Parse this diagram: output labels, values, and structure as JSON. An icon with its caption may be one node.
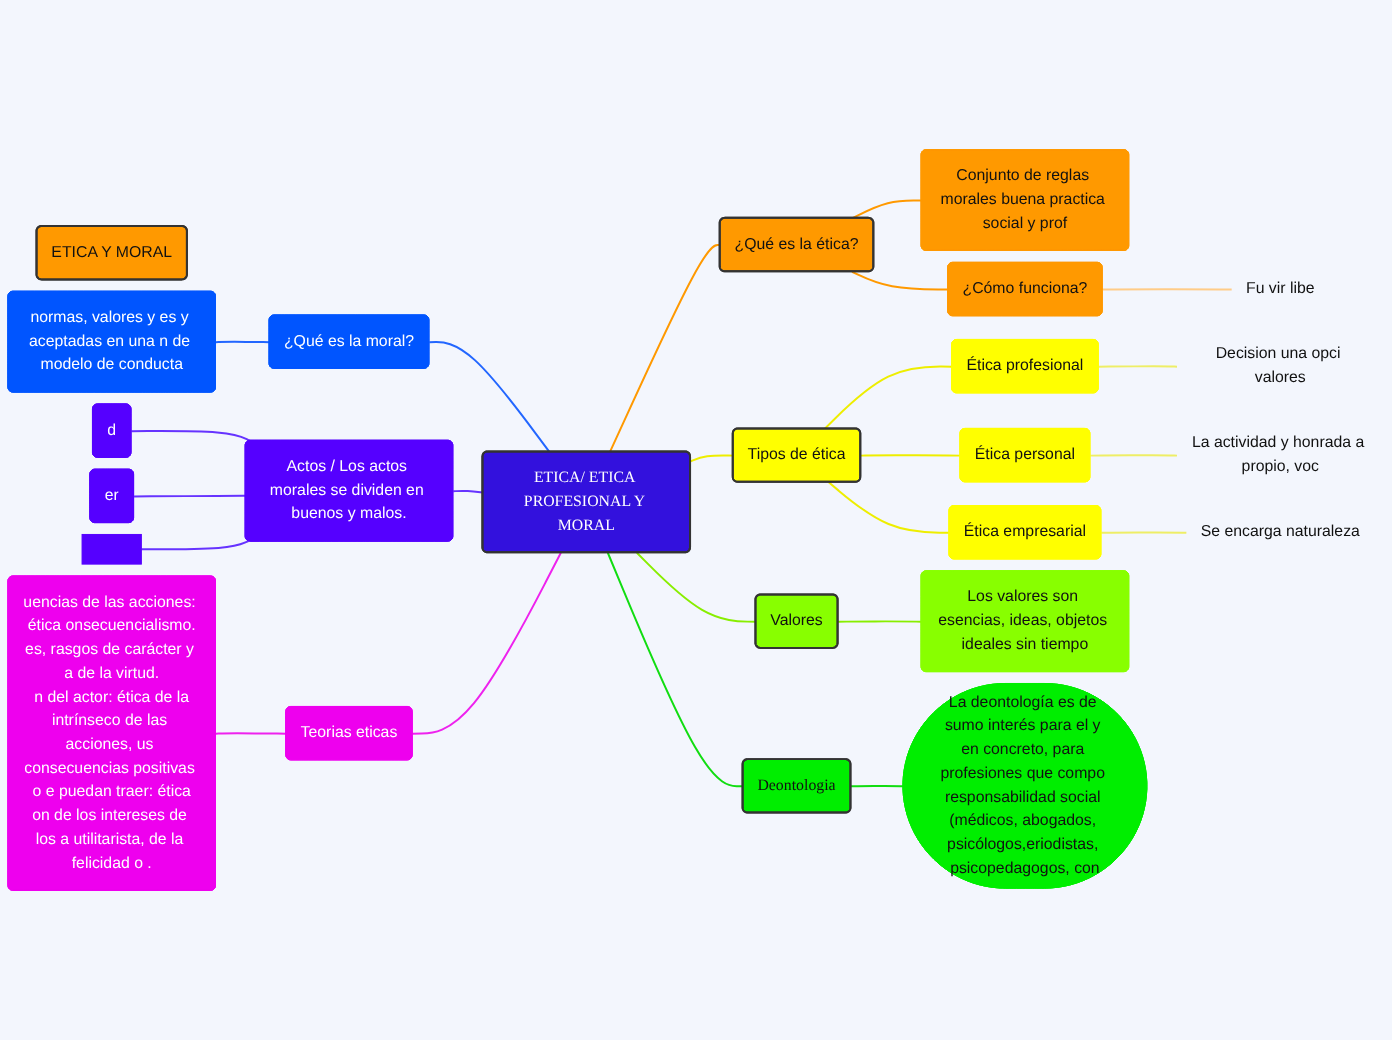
{
  "diagram": {
    "nodes": [
      {
        "text": [
          "ETICA Y MORAL"
        ]
      },
      {
        "text": [
          "ETICA/ ETICA PROFESIONAL Y MORAL"
        ]
      },
      {
        "text": [
          "¿Qué es la moral?"
        ]
      },
      {
        "text": [
          "normas, valores y es y aceptadas en una n de modelo de conducta"
        ]
      },
      {
        "text": [
          "Actos / Los actos morales se dividen en buenos y malos."
        ]
      },
      {
        "text": [
          "d"
        ]
      },
      {
        "text": [
          "er"
        ]
      },
      {
        "text": [],
        "shape": "box"
      },
      {
        "text": [
          "Teorias eticas"
        ]
      },
      {
        "text": [
          "uencias de las acciones: ética onsecuencialismo.",
          "es, rasgos de carácter y a de la virtud.",
          "n del actor: ética de la",
          "intrínseco de las acciones, us consecuencias positivas o e puedan traer: ética",
          "on de los intereses de los a utilitarista, de la felicidad o ."
        ]
      },
      {
        "text": [
          "¿Qué es la ética?"
        ]
      },
      {
        "text": [
          "Conjunto de reglas morales buena practica social y prof"
        ]
      },
      {
        "text": [
          "¿Cómo funciona?"
        ]
      },
      {
        "text": [
          "Fu vir libe"
        ]
      },
      {
        "text": [
          "Tipos de ética"
        ]
      },
      {
        "text": [
          "Ética profesional"
        ]
      },
      {
        "text": [
          "Decision una opci valores"
        ]
      },
      {
        "text": [
          "Ética personal"
        ]
      },
      {
        "text": [
          "La actividad y honrada a propio, voc"
        ]
      },
      {
        "text": [
          "Ética empresarial"
        ]
      },
      {
        "text": [
          "Se encarga naturaleza"
        ]
      },
      {
        "text": [
          "Valores"
        ]
      },
      {
        "text": [
          "Los valores son esencias, ideas, objetos ideales sin tiempo"
        ]
      },
      {
        "text": [
          "Deontologia"
        ]
      },
      {
        "text": [
          "La deontología es de sumo interés para el y en concreto, para profesiones que compo responsabilidad social (médicos, abogados, psicólogos,eriodistas, psicopedagogos, con"
        ]
      }
    ],
    "edges": [
      {
        "from": 3,
        "to": 2,
        "arrow": "none",
        "color": "#2266ff"
      },
      {
        "from": 2,
        "to": 1,
        "arrow": "none",
        "color": "#2266ff"
      },
      {
        "from": 5,
        "to": 4,
        "arrow": "none",
        "color": "#6633ff"
      },
      {
        "from": 6,
        "to": 4,
        "arrow": "none",
        "color": "#6633ff"
      },
      {
        "from": 7,
        "to": 4,
        "arrow": "none",
        "color": "#6633ff"
      },
      {
        "from": 4,
        "to": 1,
        "arrow": "none",
        "color": "#6633ff"
      },
      {
        "from": 9,
        "to": 8,
        "arrow": "none",
        "color": "#ee22ee"
      },
      {
        "from": 8,
        "to": 1,
        "arrow": "none",
        "color": "#ee22ee"
      },
      {
        "from": 1,
        "to": 10,
        "arrow": "none",
        "color": "#ff9900"
      },
      {
        "from": 10,
        "to": 11,
        "arrow": "none",
        "color": "#ff9900"
      },
      {
        "from": 10,
        "to": 12,
        "arrow": "none",
        "color": "#ff9900"
      },
      {
        "from": 12,
        "to": 13,
        "arrow": "none",
        "color": "#ffcc88"
      },
      {
        "from": 1,
        "to": 14,
        "arrow": "none",
        "color": "#eeee00"
      },
      {
        "from": 14,
        "to": 15,
        "arrow": "none",
        "color": "#eeee00"
      },
      {
        "from": 15,
        "to": 16,
        "arrow": "none",
        "color": "#eeee66"
      },
      {
        "from": 14,
        "to": 17,
        "arrow": "none",
        "color": "#eeee00"
      },
      {
        "from": 17,
        "to": 18,
        "arrow": "none",
        "color": "#eeee66"
      },
      {
        "from": 14,
        "to": 19,
        "arrow": "none",
        "color": "#eeee00"
      },
      {
        "from": 19,
        "to": 20,
        "arrow": "none",
        "color": "#eeee66"
      },
      {
        "from": 1,
        "to": 21,
        "arrow": "none",
        "color": "#88ee00"
      },
      {
        "from": 21,
        "to": 22,
        "arrow": "none",
        "color": "#88ee00"
      },
      {
        "from": 1,
        "to": 23,
        "arrow": "none",
        "color": "#11dd11"
      },
      {
        "from": 23,
        "to": 24,
        "arrow": "none",
        "color": "#11dd11"
      }
    ]
  }
}
